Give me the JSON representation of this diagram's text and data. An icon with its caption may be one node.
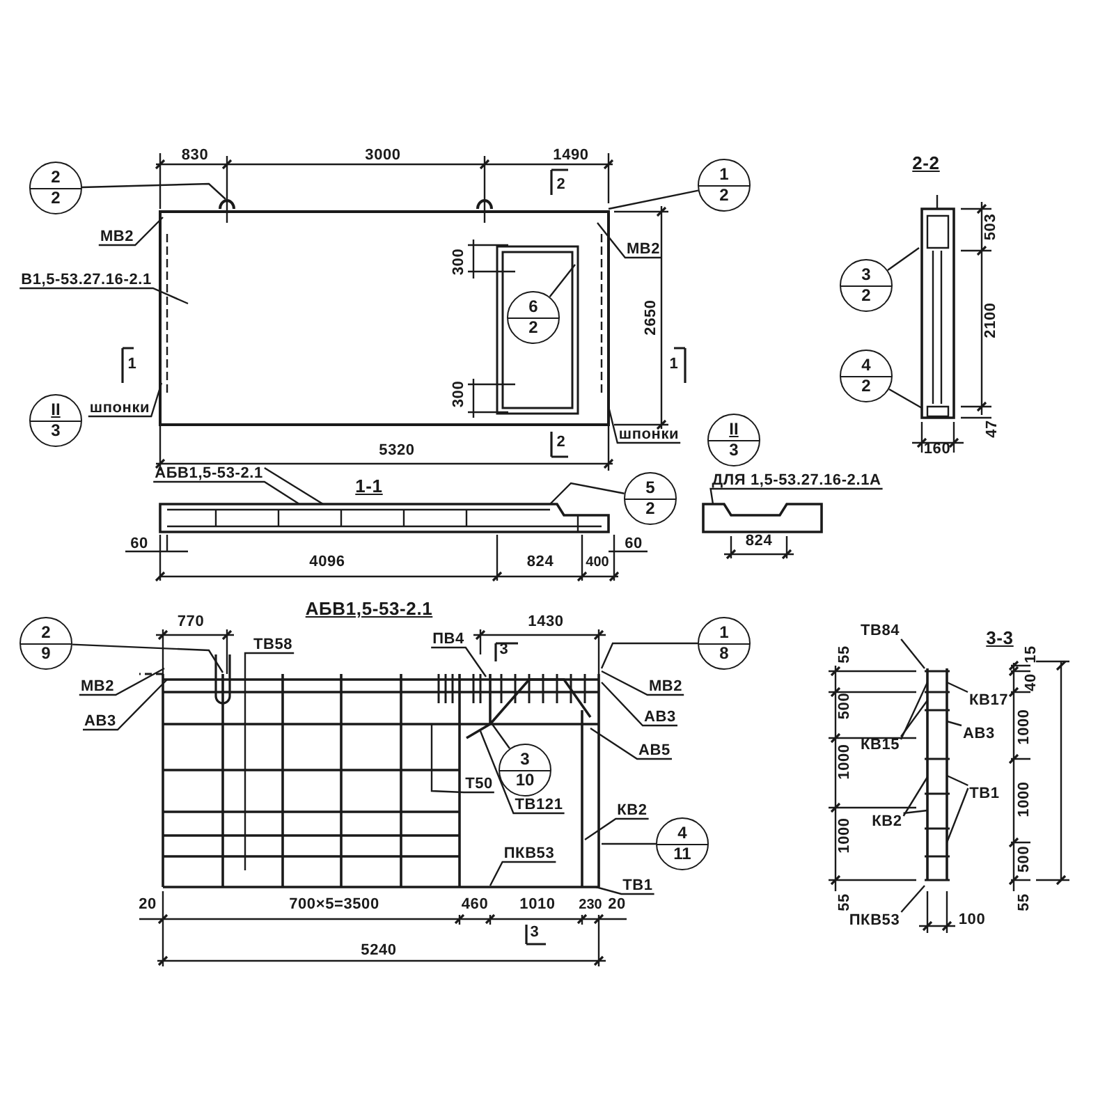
{
  "diagram": {
    "nodes": [
      {
        "text": [
          "2",
          "2"
        ]
      },
      {
        "text": [
          "1",
          "2"
        ]
      },
      {
        "text": [
          "МВ2"
        ]
      },
      {
        "text": [
          "МВ2"
        ]
      },
      {
        "text": [
          "В1,5-53.27.16-2.1"
        ]
      },
      {
        "text": [
          "6",
          "2"
        ]
      },
      {
        "text": [
          "шпонки"
        ]
      },
      {
        "text": [
          "II",
          "3"
        ]
      },
      {
        "text": [
          "шпонки"
        ]
      },
      {
        "text": [
          "II",
          "3"
        ]
      },
      {
        "text": [
          "3",
          "2"
        ]
      },
      {
        "text": [
          "4",
          "2"
        ]
      },
      {
        "text": [
          "АБВ1,5-53-2.1"
        ]
      },
      {
        "text": [
          "5",
          "2"
        ]
      },
      {
        "text": [
          "ДЛЯ 1,5-53.27.16-2.1А"
        ]
      },
      {
        "text": [
          "2",
          "9"
        ]
      },
      {
        "text": [
          "ТВ58"
        ]
      },
      {
        "text": [
          "ПВ4"
        ]
      },
      {
        "text": [
          "1",
          "8"
        ]
      },
      {
        "text": [
          "МВ2"
        ]
      },
      {
        "text": [
          "АВ3"
        ]
      },
      {
        "text": [
          "МВ2"
        ]
      },
      {
        "text": [
          "АВ3"
        ]
      },
      {
        "text": [
          "АВ5"
        ]
      },
      {
        "text": [
          "3",
          "10"
        ]
      },
      {
        "text": [
          "Т50"
        ]
      },
      {
        "text": [
          "ТВ121"
        ]
      },
      {
        "text": [
          "КВ2"
        ]
      },
      {
        "text": [
          "4",
          "11"
        ]
      },
      {
        "text": [
          "ПКВ53"
        ]
      },
      {
        "text": [
          "ТВ1"
        ]
      },
      {
        "text": [
          "ТВ84"
        ]
      },
      {
        "text": [
          "КВ17"
        ]
      },
      {
        "text": [
          "АВ3"
        ]
      },
      {
        "text": [
          "КВ15"
        ]
      },
      {
        "text": [
          "ТВ1"
        ]
      },
      {
        "text": [
          "КВ2"
        ]
      },
      {
        "text": [
          "ПКВ53"
        ]
      },
      {
        "text": [],
        "shape": "bar"
      },
      {
        "text": [],
        "shape": "bar"
      }
    ],
    "edges": [
      {
        "from": 0,
        "to": null,
        "arrow": "none"
      },
      {
        "from": 1,
        "to": null,
        "arrow": "none"
      },
      {
        "from": 2,
        "to": null,
        "arrow": "none"
      },
      {
        "from": 3,
        "to": null,
        "arrow": "none"
      },
      {
        "from": 4,
        "to": null,
        "arrow": "none"
      },
      {
        "from": 5,
        "to": null,
        "arrow": "none"
      },
      {
        "from": 6,
        "to": null,
        "arrow": "none"
      },
      {
        "from": 8,
        "to": null,
        "arrow": "none"
      },
      {
        "from": 10,
        "to": null,
        "arrow": "none"
      },
      {
        "from": 11,
        "to": null,
        "arrow": "none"
      },
      {
        "from": 12,
        "to": 38,
        "arrow": "none"
      },
      {
        "from": 12,
        "to": 38,
        "arrow": "none"
      },
      {
        "from": 13,
        "to": 38,
        "arrow": "none"
      },
      {
        "from": 14,
        "to": 39,
        "arrow": "none"
      },
      {
        "from": 15,
        "to": null,
        "arrow": "none"
      },
      {
        "from": 16,
        "to": null,
        "arrow": "none"
      },
      {
        "from": 17,
        "to": null,
        "arrow": "none"
      },
      {
        "from": 18,
        "to": null,
        "arrow": "none"
      },
      {
        "from": 19,
        "to": null,
        "arrow": "none"
      },
      {
        "from": 20,
        "to": null,
        "arrow": "none"
      },
      {
        "from": 21,
        "to": null,
        "arrow": "none"
      },
      {
        "from": 22,
        "to": null,
        "arrow": "none"
      },
      {
        "from": 23,
        "to": null,
        "arrow": "none"
      },
      {
        "from": 24,
        "to": null,
        "arrow": "none"
      },
      {
        "from": 25,
        "to": null,
        "arrow": "none"
      },
      {
        "from": 26,
        "to": null,
        "arrow": "none"
      },
      {
        "from": 27,
        "to": null,
        "arrow": "none"
      },
      {
        "from": 28,
        "to": null,
        "arrow": "none"
      },
      {
        "from": 29,
        "to": null,
        "arrow": "none"
      },
      {
        "from": 30,
        "to": null,
        "arrow": "none"
      },
      {
        "from": 31,
        "to": null,
        "arrow": "none"
      },
      {
        "from": 32,
        "to": null,
        "arrow": "none"
      },
      {
        "from": 33,
        "to": null,
        "arrow": "none"
      },
      {
        "from": 34,
        "to": null,
        "arrow": "none"
      },
      {
        "from": 34,
        "to": null,
        "arrow": "none"
      },
      {
        "from": 35,
        "to": null,
        "arrow": "none"
      },
      {
        "from": 35,
        "to": null,
        "arrow": "none"
      },
      {
        "from": 36,
        "to": null,
        "arrow": "none"
      },
      {
        "from": 36,
        "to": null,
        "arrow": "none"
      },
      {
        "from": 37,
        "to": null,
        "arrow": "none"
      }
    ],
    "labels": [
      "830",
      "3000",
      "1490",
      "2",
      "300",
      "300",
      "1",
      "2650",
      "1",
      "2",
      "5320",
      "2-2",
      "503",
      "2100",
      "47",
      "160",
      "1-1",
      "60",
      "4096",
      "824",
      "400",
      "60",
      "824",
      "АБВ1,5-53-2.1",
      "770",
      "1430",
      "3",
      "20",
      "700×5=3500",
      "460",
      "1010",
      "230",
      "20",
      "5240",
      "3",
      "3-3",
      "55",
      "500",
      "1000",
      "1000",
      "55",
      "15",
      "40",
      "1000",
      "1000",
      "500",
      "55",
      "100"
    ]
  }
}
